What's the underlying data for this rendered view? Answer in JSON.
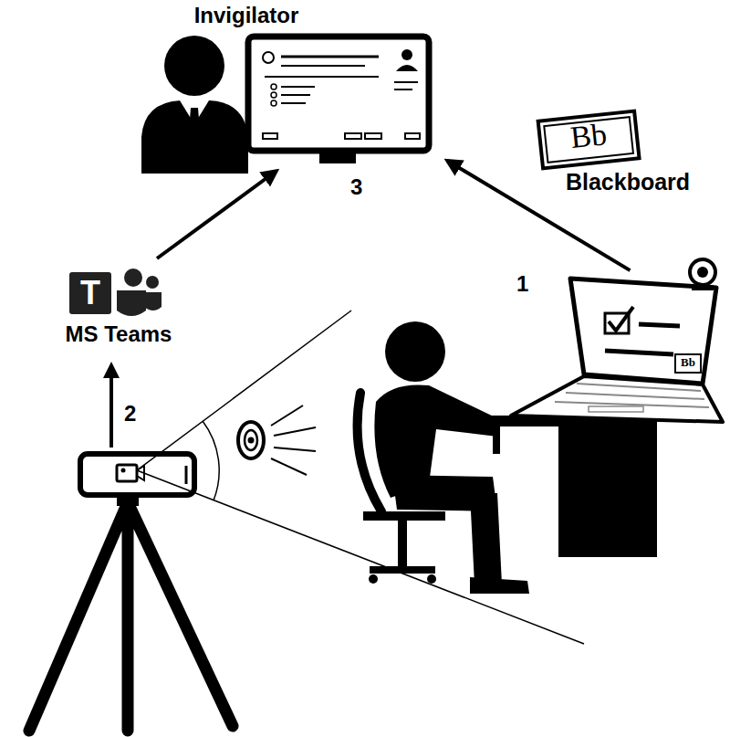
{
  "diagram": {
    "nodes": [
      {
        "text": [
          "Invigilator"
        ]
      },
      {
        "text": [
          "T",
          "MS Teams"
        ]
      },
      {
        "text": [
          "Bb",
          "Blackboard"
        ]
      },
      {
        "text": [
          "Bb"
        ]
      }
    ],
    "edges": [
      {
        "from": 1,
        "to": 0,
        "arrow": "to"
      },
      {
        "from": 3,
        "to": 0,
        "arrow": "to"
      }
    ],
    "labels": [
      "1",
      "2",
      "3"
    ]
  }
}
